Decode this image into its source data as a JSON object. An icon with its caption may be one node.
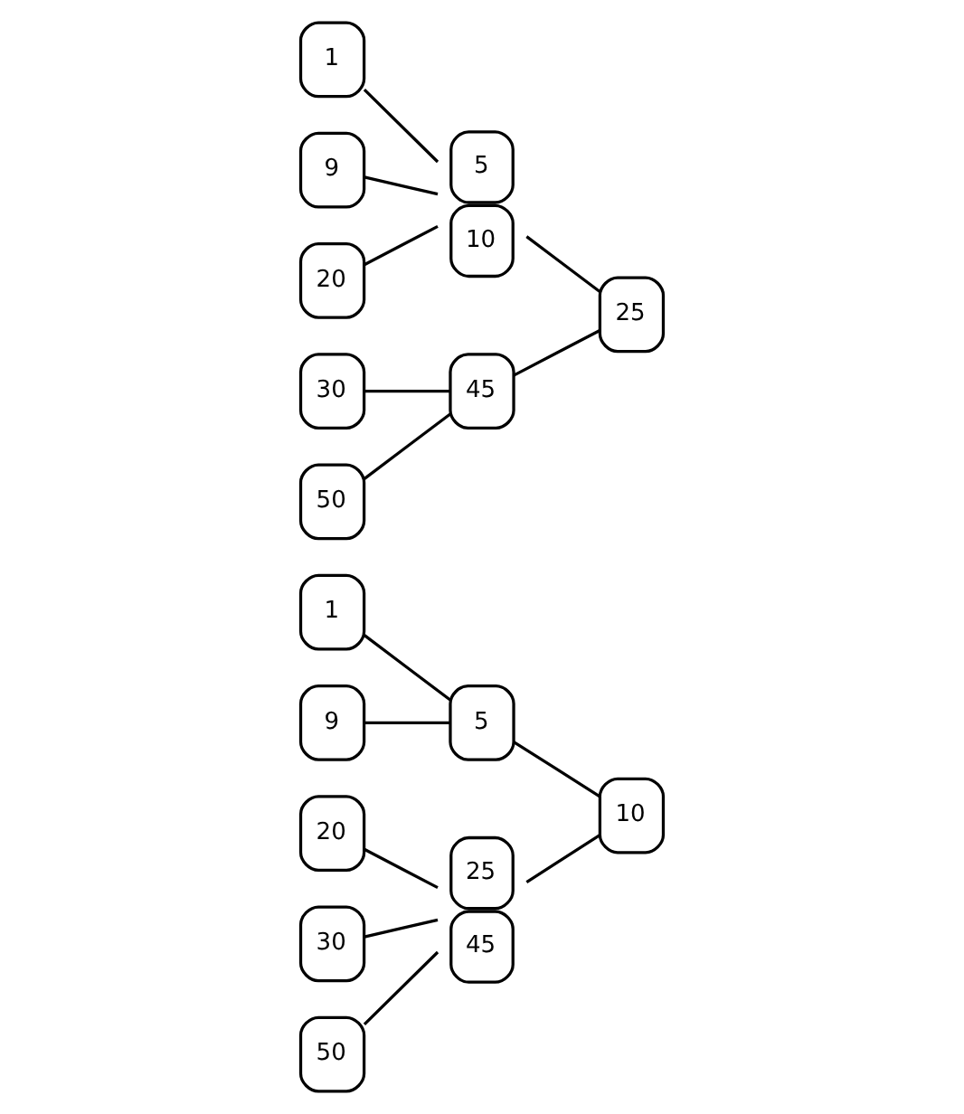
{
  "diagram": {
    "nodes": [
      {
        "text": [
          "1"
        ]
      },
      {
        "text": [
          "5"
        ]
      },
      {
        "text": [
          "9"
        ]
      },
      {
        "text": [
          "10"
        ]
      },
      {
        "text": [
          "20"
        ]
      },
      {
        "text": [
          "25",
          "45"
        ]
      },
      {
        "text": [
          "30"
        ]
      },
      {
        "text": [
          "50"
        ]
      },
      {
        "text": [
          "1"
        ]
      },
      {
        "text": [
          "5",
          "10"
        ]
      },
      {
        "text": [
          "9"
        ]
      },
      {
        "text": [
          "20"
        ]
      },
      {
        "text": [
          "25"
        ]
      },
      {
        "text": [
          "30"
        ]
      },
      {
        "text": [
          "45"
        ]
      },
      {
        "text": [
          "50"
        ]
      }
    ],
    "edges": [
      {
        "from": 3,
        "to": 1,
        "arrow": "none"
      },
      {
        "from": 3,
        "to": 5,
        "arrow": "none"
      },
      {
        "from": 1,
        "to": 0,
        "arrow": "none"
      },
      {
        "from": 1,
        "to": 2,
        "arrow": "none"
      },
      {
        "from": 5,
        "to": 4,
        "arrow": "none"
      },
      {
        "from": 5,
        "to": 6,
        "arrow": "none"
      },
      {
        "from": 5,
        "to": 7,
        "arrow": "none"
      },
      {
        "from": 12,
        "to": 9,
        "arrow": "none"
      },
      {
        "from": 12,
        "to": 14,
        "arrow": "none"
      },
      {
        "from": 9,
        "to": 8,
        "arrow": "none"
      },
      {
        "from": 9,
        "to": 10,
        "arrow": "none"
      },
      {
        "from": 9,
        "to": 11,
        "arrow": "none"
      },
      {
        "from": 14,
        "to": 13,
        "arrow": "none"
      },
      {
        "from": 14,
        "to": 15,
        "arrow": "none"
      }
    ]
  }
}
